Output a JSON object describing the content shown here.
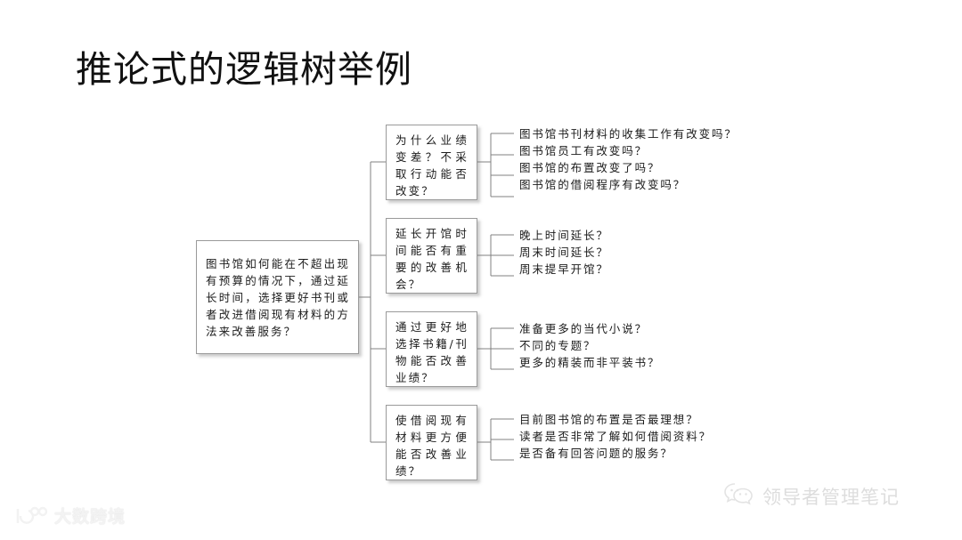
{
  "slide": {
    "title": "推论式的逻辑树举例",
    "background_color": "#ffffff"
  },
  "tree": {
    "root": {
      "text": "图书馆如何能在不超出现有预算的情况下，通过延长时间，选择更好书刊或者改进借阅现有材料的方法来改善服务？"
    },
    "branches": [
      {
        "text": "为什么业绩变差？不采取行动能否改变？",
        "leaves": [
          "图书馆书刊材料的收集工作有改变吗？",
          "图书馆员工有改变吗？",
          "图书馆的布置改变了吗？",
          "图书馆的借阅程序有改变吗？"
        ]
      },
      {
        "text": "延长开馆时间能否有重要的改善机会？",
        "leaves": [
          "晚上时间延长？",
          "周末时间延长？",
          "周末提早开馆？"
        ]
      },
      {
        "text": "通过更好地选择书籍/刊物能否改善业绩？",
        "leaves": [
          "准备更多的当代小说？",
          "不同的专题？",
          "更多的精装而非平装书？"
        ]
      },
      {
        "text": "使借阅现有材料更方便能否改善业绩？",
        "leaves": [
          "目前图书馆的布置是否最理想？",
          "读者是否非常了解如何借阅资料？",
          "是否备有回答问题的服务？"
        ]
      }
    ],
    "line_color": "#808080",
    "box_border_color": "#9a9a9a"
  },
  "watermarks": {
    "left": {
      "icon": "dashujingjing-logo-icon",
      "text": "大数跨境",
      "color": "#f2f2f2"
    },
    "right": {
      "icon": "wechat-icon",
      "text": "领导者管理笔记",
      "color": "#dcdcdc"
    }
  }
}
